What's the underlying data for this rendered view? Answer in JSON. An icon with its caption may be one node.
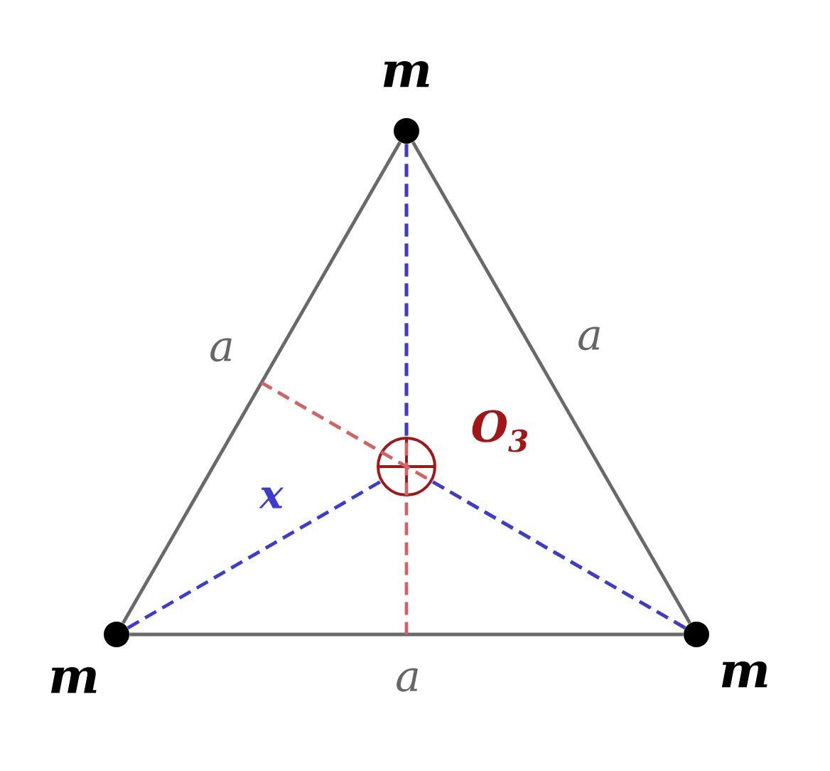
{
  "diagram": {
    "nodes": [
      {
        "text": [],
        "shape": "circle",
        "beside": [
          "m"
        ]
      },
      {
        "text": [],
        "shape": "circle",
        "beside": [
          "m"
        ]
      },
      {
        "text": [],
        "shape": "circle",
        "beside": [
          "m"
        ]
      },
      {
        "text": [],
        "shape": "circle",
        "beside": [
          "O$_{3}$"
        ]
      }
    ],
    "edges": [
      {
        "from": 0,
        "to": 1,
        "arrow": "none",
        "label": "a"
      },
      {
        "from": 0,
        "to": 2,
        "arrow": "none",
        "label": "a"
      },
      {
        "from": 1,
        "to": 2,
        "arrow": "none",
        "label": "a"
      },
      {
        "from": 0,
        "to": null,
        "arrow": "none",
        "style": "dashed",
        "color": "#d06464"
      },
      {
        "from": 2,
        "to": null,
        "arrow": "none",
        "style": "dashed",
        "color": "#d06464"
      },
      {
        "from": 0,
        "to": 3,
        "arrow": "none",
        "style": "dashed",
        "color": "#3c3cd0"
      },
      {
        "from": 1,
        "to": 3,
        "arrow": "none",
        "style": "dashed",
        "color": "#3c3cd0",
        "label": "x"
      },
      {
        "from": 2,
        "to": 3,
        "arrow": "none",
        "style": "dashed",
        "color": "#3c3cd0"
      }
    ]
  }
}
